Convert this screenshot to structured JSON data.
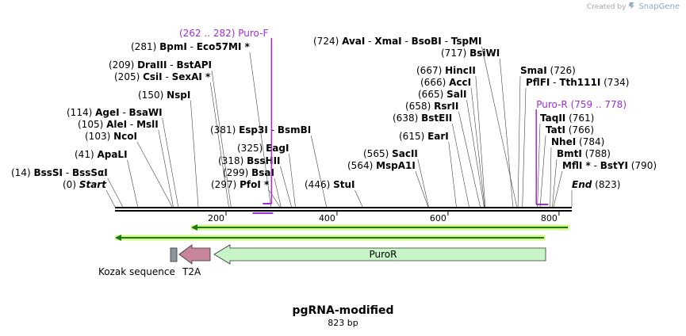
{
  "credit": {
    "text": "Created by",
    "brand": "SnapGene"
  },
  "title": "pgRNA-modified",
  "length_label": "823 bp",
  "sequence_length": 823,
  "colors": {
    "primer": "#a02cd8",
    "puroR_fill": "#c8f5c8",
    "t2a_fill": "#c8849c",
    "kozak_fill": "#8c96a0",
    "orf_line": "#1a7a1a",
    "orf_glow": "#d6f58a",
    "backbone": "#000000"
  },
  "ruler_ticks": [
    200,
    400,
    600,
    800
  ],
  "labels": [
    {
      "pos": "(14)",
      "names": [
        "BssSI",
        "BssSαI"
      ],
      "site": 14,
      "row": 0
    },
    {
      "pos": "(0)",
      "names": [
        "Start"
      ],
      "site": 0,
      "row": 1,
      "italic": true
    },
    {
      "pos": "(41)",
      "names": [
        "ApaLI"
      ],
      "site": 41,
      "row": 2
    },
    {
      "pos": "(103)",
      "names": [
        "NcoI"
      ],
      "site": 103,
      "row": 3
    },
    {
      "pos": "(105)",
      "names": [
        "AleI",
        "MslI"
      ],
      "site": 105,
      "row": 4
    },
    {
      "pos": "(114)",
      "names": [
        "AgeI",
        "BsaWI"
      ],
      "site": 114,
      "row": 5
    },
    {
      "pos": "(150)",
      "names": [
        "NspI"
      ],
      "site": 150,
      "row": 6
    },
    {
      "pos": "(205)",
      "names": [
        "CsiI",
        "SexAI *"
      ],
      "site": 205,
      "row": 7
    },
    {
      "pos": "(209)",
      "names": [
        "DraIII",
        "BstAPI"
      ],
      "site": 209,
      "row": 8
    },
    {
      "pos": "(281)",
      "names": [
        "BpmI",
        "Eco57MI *"
      ],
      "site": 281,
      "row": 9
    },
    {
      "pos": "(297)",
      "names": [
        "PfoI *"
      ],
      "site": 297,
      "row": 10
    },
    {
      "pos": "(299)",
      "names": [
        "BsaI"
      ],
      "site": 299,
      "row": 11
    },
    {
      "pos": "(318)",
      "names": [
        "BssHII"
      ],
      "site": 318,
      "row": 12
    },
    {
      "pos": "(325)",
      "names": [
        "EagI"
      ],
      "site": 325,
      "row": 13
    },
    {
      "pos": "(381)",
      "names": [
        "Esp3I",
        "BsmBI"
      ],
      "site": 381,
      "row": 14
    },
    {
      "pos": "(446)",
      "names": [
        "StuI"
      ],
      "site": 446,
      "row": 15
    },
    {
      "pos": "(564)",
      "names": [
        "MspA1I"
      ],
      "site": 564,
      "row": 16
    },
    {
      "pos": "(565)",
      "names": [
        "SacII"
      ],
      "site": 565,
      "row": 17
    },
    {
      "pos": "(615)",
      "names": [
        "EarI"
      ],
      "site": 615,
      "row": 18
    },
    {
      "pos": "(638)",
      "names": [
        "BstEII"
      ],
      "site": 638,
      "row": 19
    },
    {
      "pos": "(658)",
      "names": [
        "RsrII"
      ],
      "site": 658,
      "row": 20
    },
    {
      "pos": "(665)",
      "names": [
        "SalI"
      ],
      "site": 665,
      "row": 21
    },
    {
      "pos": "(666)",
      "names": [
        "AccI"
      ],
      "site": 666,
      "row": 22
    },
    {
      "pos": "(667)",
      "names": [
        "HincII"
      ],
      "site": 667,
      "row": 23
    },
    {
      "pos": "(717)",
      "names": [
        "BsiWI"
      ],
      "site": 717,
      "row": 24
    },
    {
      "pos": "(724)",
      "names": [
        "AvaI",
        "XmaI",
        "BsoBI",
        "TspMI"
      ],
      "site": 724,
      "row": 25
    },
    {
      "pos": "(726)",
      "names": [
        "SmaI"
      ],
      "site": 726,
      "row": 26,
      "pos_after": true
    },
    {
      "pos": "(734)",
      "names": [
        "PflFI",
        "Tth111I"
      ],
      "site": 734,
      "row": 27,
      "pos_after": true
    },
    {
      "pos": "(761)",
      "names": [
        "TaqII"
      ],
      "site": 761,
      "row": 28,
      "pos_after": true
    },
    {
      "pos": "(766)",
      "names": [
        "TatI"
      ],
      "site": 766,
      "row": 29,
      "pos_after": true
    },
    {
      "pos": "(784)",
      "names": [
        "NheI"
      ],
      "site": 784,
      "row": 30,
      "pos_after": true
    },
    {
      "pos": "(788)",
      "names": [
        "BmtI"
      ],
      "site": 788,
      "row": 31,
      "pos_after": true
    },
    {
      "pos": "(790)",
      "names": [
        "MflI *",
        "BstYI"
      ],
      "site": 790,
      "row": 32,
      "pos_after": true
    },
    {
      "pos": "(823)",
      "names": [
        "End"
      ],
      "site": 823,
      "row": 33,
      "italic": true,
      "pos_after": true
    }
  ],
  "primers": [
    {
      "name": "Puro-F",
      "range": "(262 .. 282)",
      "start": 262,
      "end": 282
    },
    {
      "name": "Puro-R",
      "range": "(759 .. 778)",
      "start": 759,
      "end": 778
    }
  ],
  "features": [
    {
      "name": "Kozak sequence",
      "start": 96,
      "end": 106,
      "type": "kozak"
    },
    {
      "name": "T2A",
      "start": 108,
      "end": 171,
      "type": "t2a"
    },
    {
      "name": "PuroR",
      "start": 175,
      "end": 775,
      "type": "puroR"
    }
  ]
}
